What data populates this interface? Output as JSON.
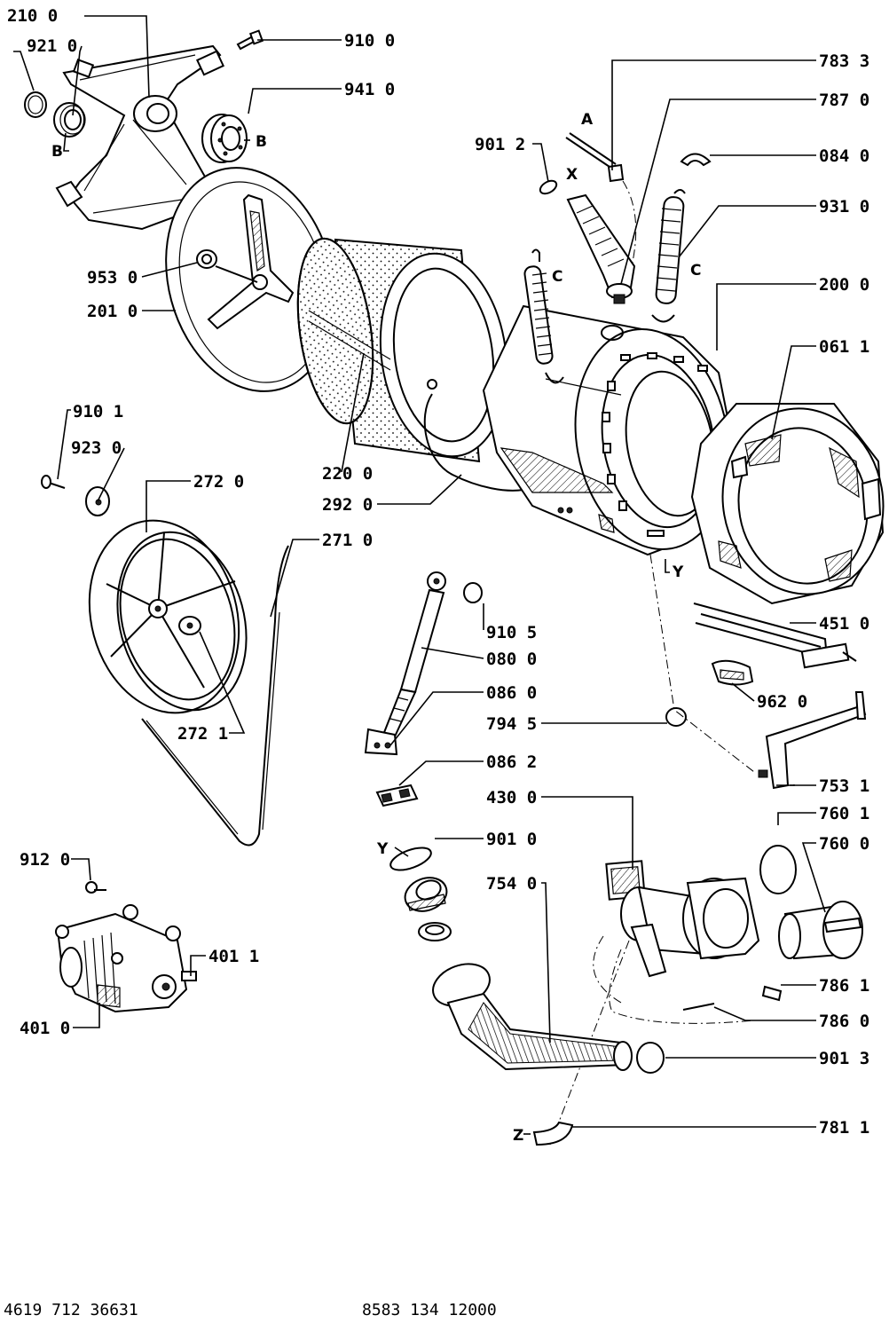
{
  "diagram": {
    "part_labels": [
      {
        "id": "p2100",
        "text": "210 0"
      },
      {
        "id": "p9210",
        "text": "921 0"
      },
      {
        "id": "p9100",
        "text": "910 0"
      },
      {
        "id": "p9410",
        "text": "941 0"
      },
      {
        "id": "p9530",
        "text": "953 0"
      },
      {
        "id": "p2010",
        "text": "201 0"
      },
      {
        "id": "p9101",
        "text": "910 1"
      },
      {
        "id": "p9230",
        "text": "923 0"
      },
      {
        "id": "p2720",
        "text": "272 0"
      },
      {
        "id": "p2710",
        "text": "271 0"
      },
      {
        "id": "p2721",
        "text": "272 1"
      },
      {
        "id": "p2200",
        "text": "220 0"
      },
      {
        "id": "p2920",
        "text": "292 0"
      },
      {
        "id": "p9012",
        "text": "901 2"
      },
      {
        "id": "p7833",
        "text": "783 3"
      },
      {
        "id": "p7870",
        "text": "787 0"
      },
      {
        "id": "p0840",
        "text": "084 0"
      },
      {
        "id": "p9310",
        "text": "931 0"
      },
      {
        "id": "p2000",
        "text": "200 0"
      },
      {
        "id": "p0611",
        "text": "061 1"
      },
      {
        "id": "p4510",
        "text": "451 0"
      },
      {
        "id": "p9620",
        "text": "962 0"
      },
      {
        "id": "p9105",
        "text": "910 5"
      },
      {
        "id": "p0800",
        "text": "080 0"
      },
      {
        "id": "p0860",
        "text": "086 0"
      },
      {
        "id": "p7945",
        "text": "794 5"
      },
      {
        "id": "p0862",
        "text": "086 2"
      },
      {
        "id": "p4300",
        "text": "430 0"
      },
      {
        "id": "p7531",
        "text": "753 1"
      },
      {
        "id": "p7601",
        "text": "760 1"
      },
      {
        "id": "p7600",
        "text": "760 0"
      },
      {
        "id": "p9010",
        "text": "901 0"
      },
      {
        "id": "p7540",
        "text": "754 0"
      },
      {
        "id": "p9120",
        "text": "912 0"
      },
      {
        "id": "p4011",
        "text": "401 1"
      },
      {
        "id": "p4010",
        "text": "401 0"
      },
      {
        "id": "p7861",
        "text": "786 1"
      },
      {
        "id": "p7860",
        "text": "786 0"
      },
      {
        "id": "p9013",
        "text": "901 3"
      },
      {
        "id": "p7811",
        "text": "781 1"
      }
    ],
    "reference_letters": {
      "b1": "B",
      "b2": "B",
      "a": "A",
      "x": "X",
      "c1": "C",
      "c2": "C",
      "y1": "Y",
      "y2": "Y",
      "z": "Z"
    },
    "footer": {
      "left_code": "4619 712 36631",
      "center_code": "8583 134 12000"
    }
  }
}
